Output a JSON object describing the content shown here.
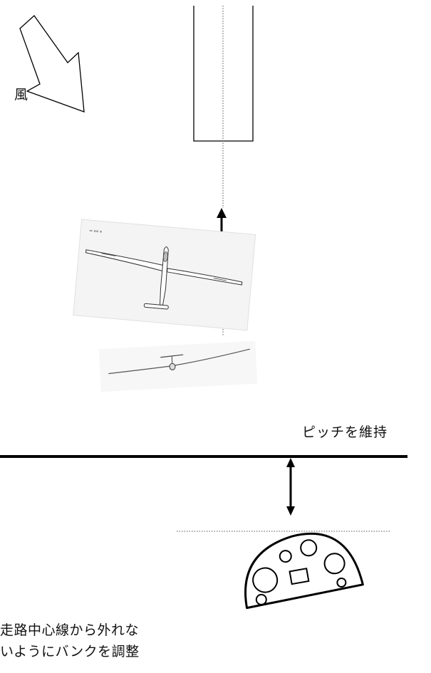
{
  "labels": {
    "wind": "風",
    "pitch": "ピッチを維持",
    "bank_line1": "走路中心線から外れな",
    "bank_line2": "いようにバンクを調整"
  },
  "colors": {
    "line": "#000000",
    "photo_bg": "#f4f4f4"
  }
}
